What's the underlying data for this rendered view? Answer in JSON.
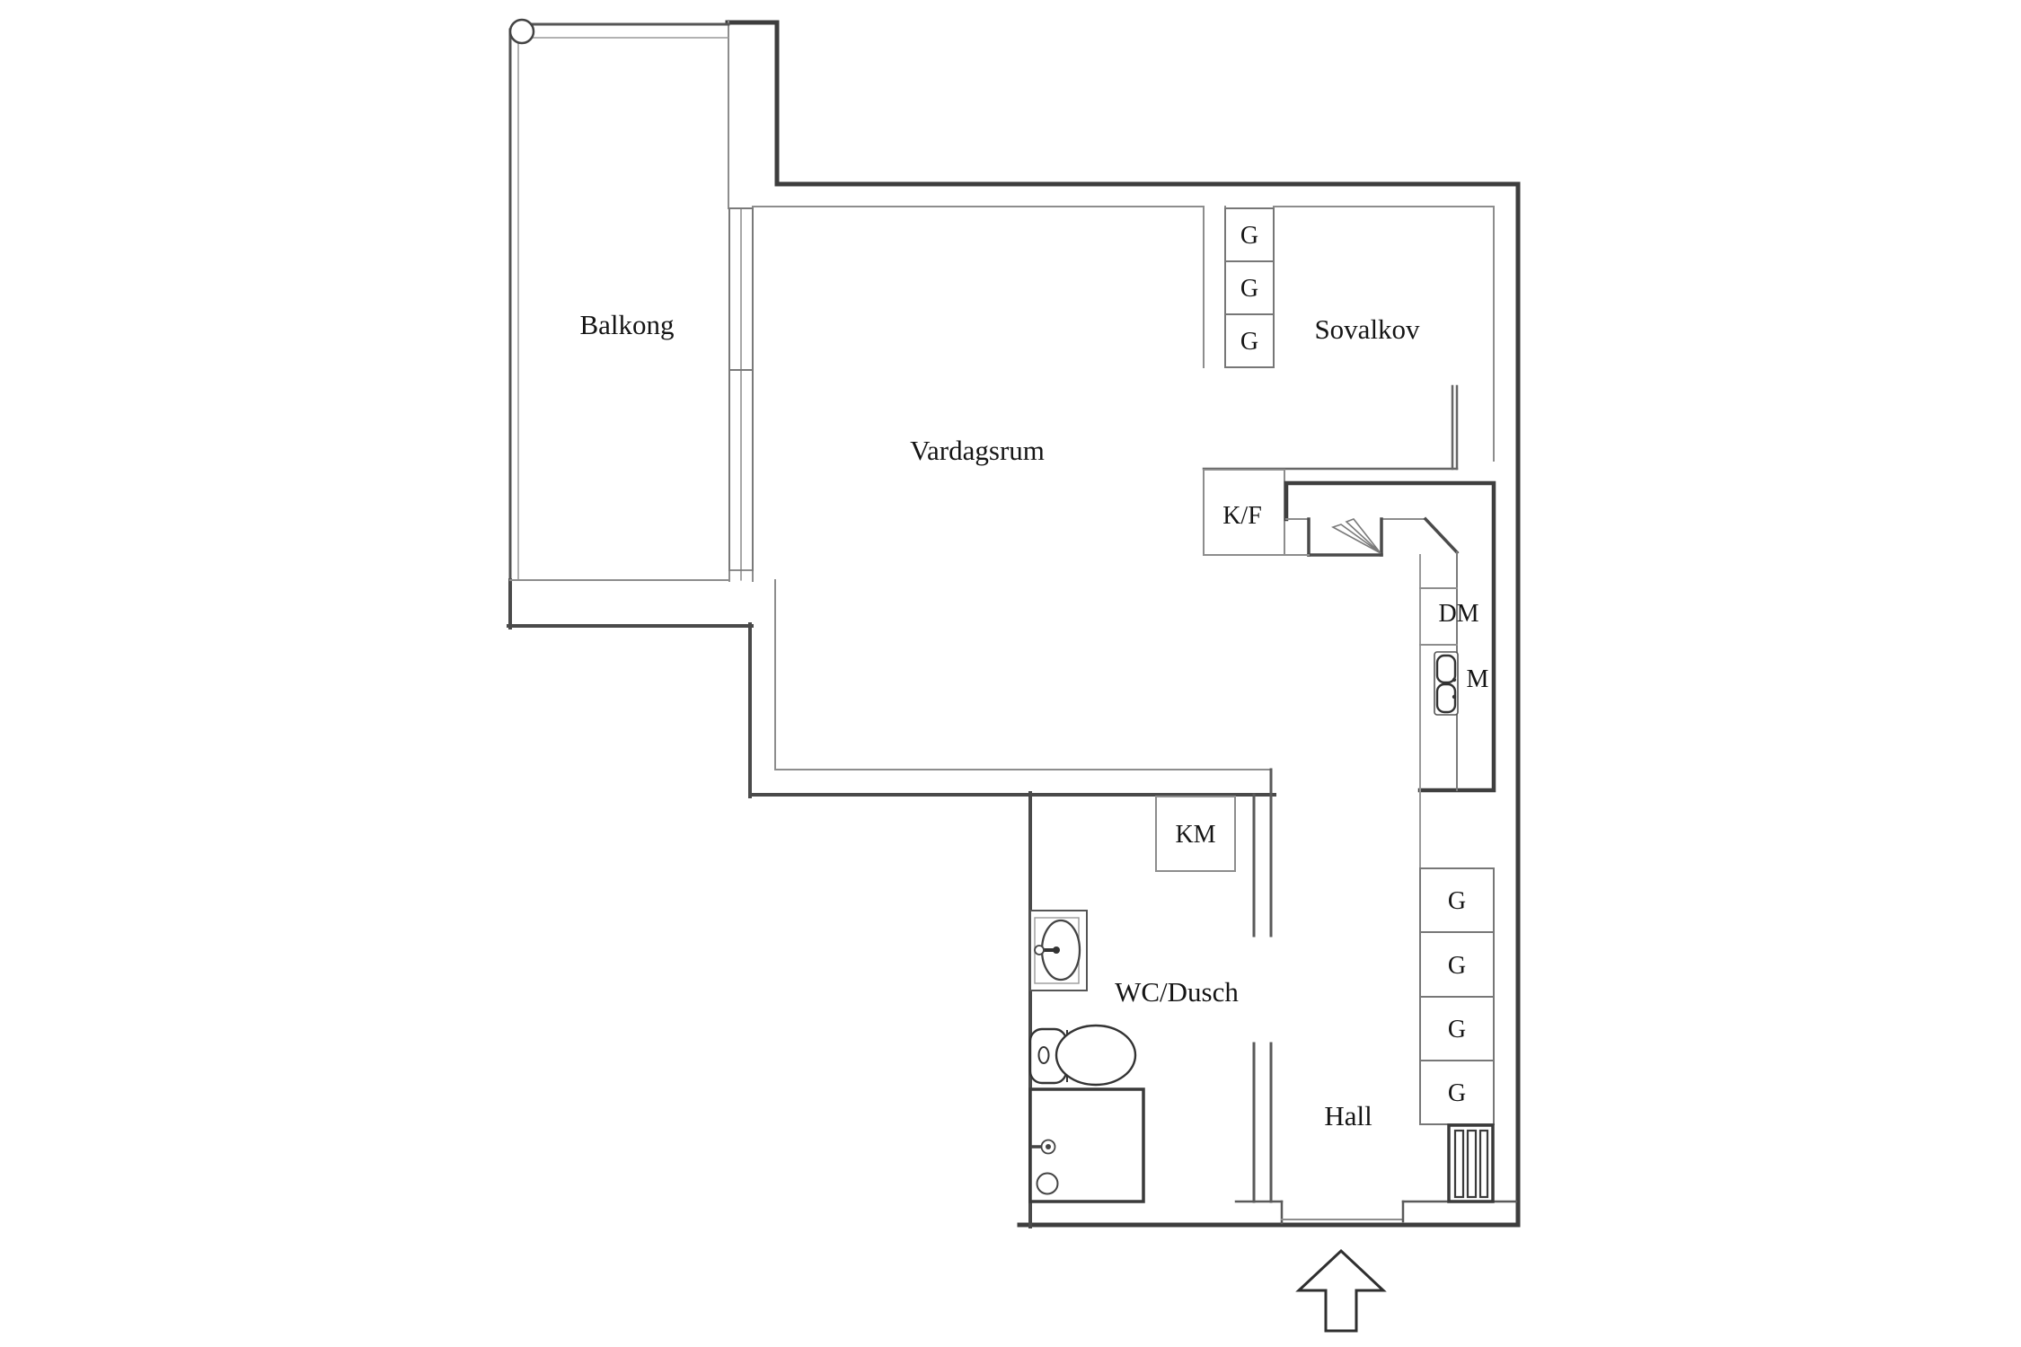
{
  "plan_title": "apartment-floor-plan",
  "rooms": {
    "balkong": {
      "label": "Balkong"
    },
    "vardagsrum": {
      "label": "Vardagsrum"
    },
    "sovalkov": {
      "label": "Sovalkov"
    },
    "wc_dusch": {
      "label": "WC/Dusch"
    },
    "hall": {
      "label": "Hall"
    }
  },
  "fixtures": {
    "fridge_freezer": "K/F",
    "dishwasher": "DM",
    "micro": "M",
    "washing_machine": "KM",
    "wardrobe": "G"
  },
  "closets": {
    "sovalkov_count": 3,
    "hall_count": 4
  },
  "colors": {
    "wall_dark": "#3d3d3d",
    "wall_medium": "#5a5a5a",
    "line_thin": "#8d8d8d",
    "background": "#ffffff",
    "text": "#151515"
  }
}
